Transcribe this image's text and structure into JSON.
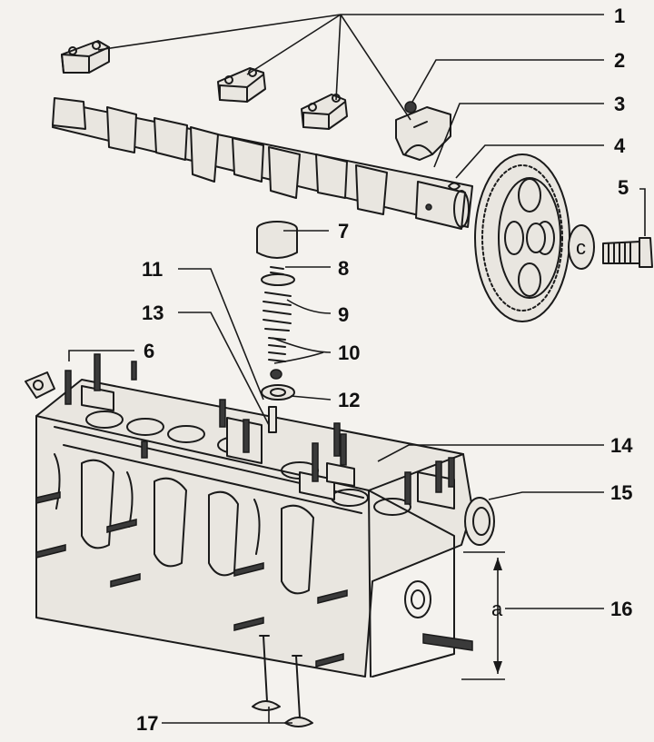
{
  "callouts": {
    "c1": "1",
    "c2": "2",
    "c3": "3",
    "c4": "4",
    "c5": "5",
    "c6": "6",
    "c7": "7",
    "c8": "8",
    "c9": "9",
    "c10": "10",
    "c11": "11",
    "c12": "12",
    "c13": "13",
    "c14": "14",
    "c15": "15",
    "c16": "16",
    "c17": "17"
  },
  "dimension": {
    "letter": "a"
  }
}
